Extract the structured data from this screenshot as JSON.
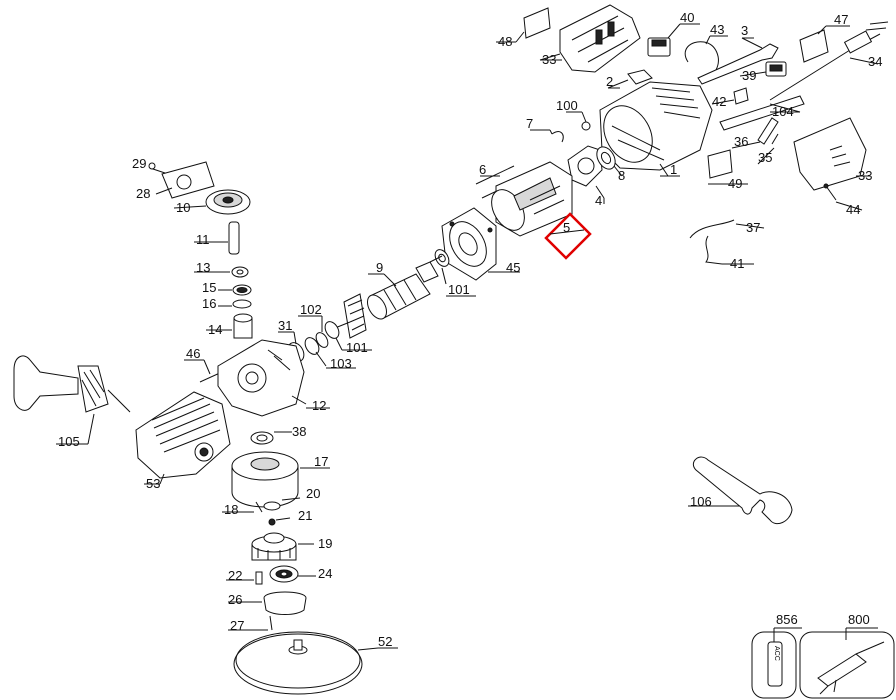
{
  "diagram": {
    "highlight_color": "#e00000",
    "highlighted_part": "5",
    "labels": {
      "p1": "1",
      "p2": "2",
      "p3": "3",
      "p4": "4",
      "p5": "5",
      "p6": "6",
      "p7": "7",
      "p8": "8",
      "p9": "9",
      "p10": "10",
      "p11": "11",
      "p12": "12",
      "p13": "13",
      "p14": "14",
      "p15": "15",
      "p16": "16",
      "p17": "17",
      "p18": "18",
      "p19": "19",
      "p20": "20",
      "p21": "21",
      "p22": "22",
      "p24": "24",
      "p26": "26",
      "p27": "27",
      "p28": "28",
      "p29": "29",
      "p31": "31",
      "p33a": "33",
      "p33b": "33",
      "p34": "34",
      "p35": "35",
      "p36": "36",
      "p37": "37",
      "p38": "38",
      "p39": "39",
      "p40": "40",
      "p41": "41",
      "p42": "42",
      "p43": "43",
      "p44": "44",
      "p45": "45",
      "p46": "46",
      "p47": "47",
      "p48": "48",
      "p49": "49",
      "p52": "52",
      "p53": "53",
      "p100": "100",
      "p101a": "101",
      "p101b": "101",
      "p102": "102",
      "p103": "103",
      "p104": "104",
      "p105": "105",
      "p106": "106",
      "p800": "800",
      "p856": "856"
    },
    "kit_856_text": "ACC"
  }
}
